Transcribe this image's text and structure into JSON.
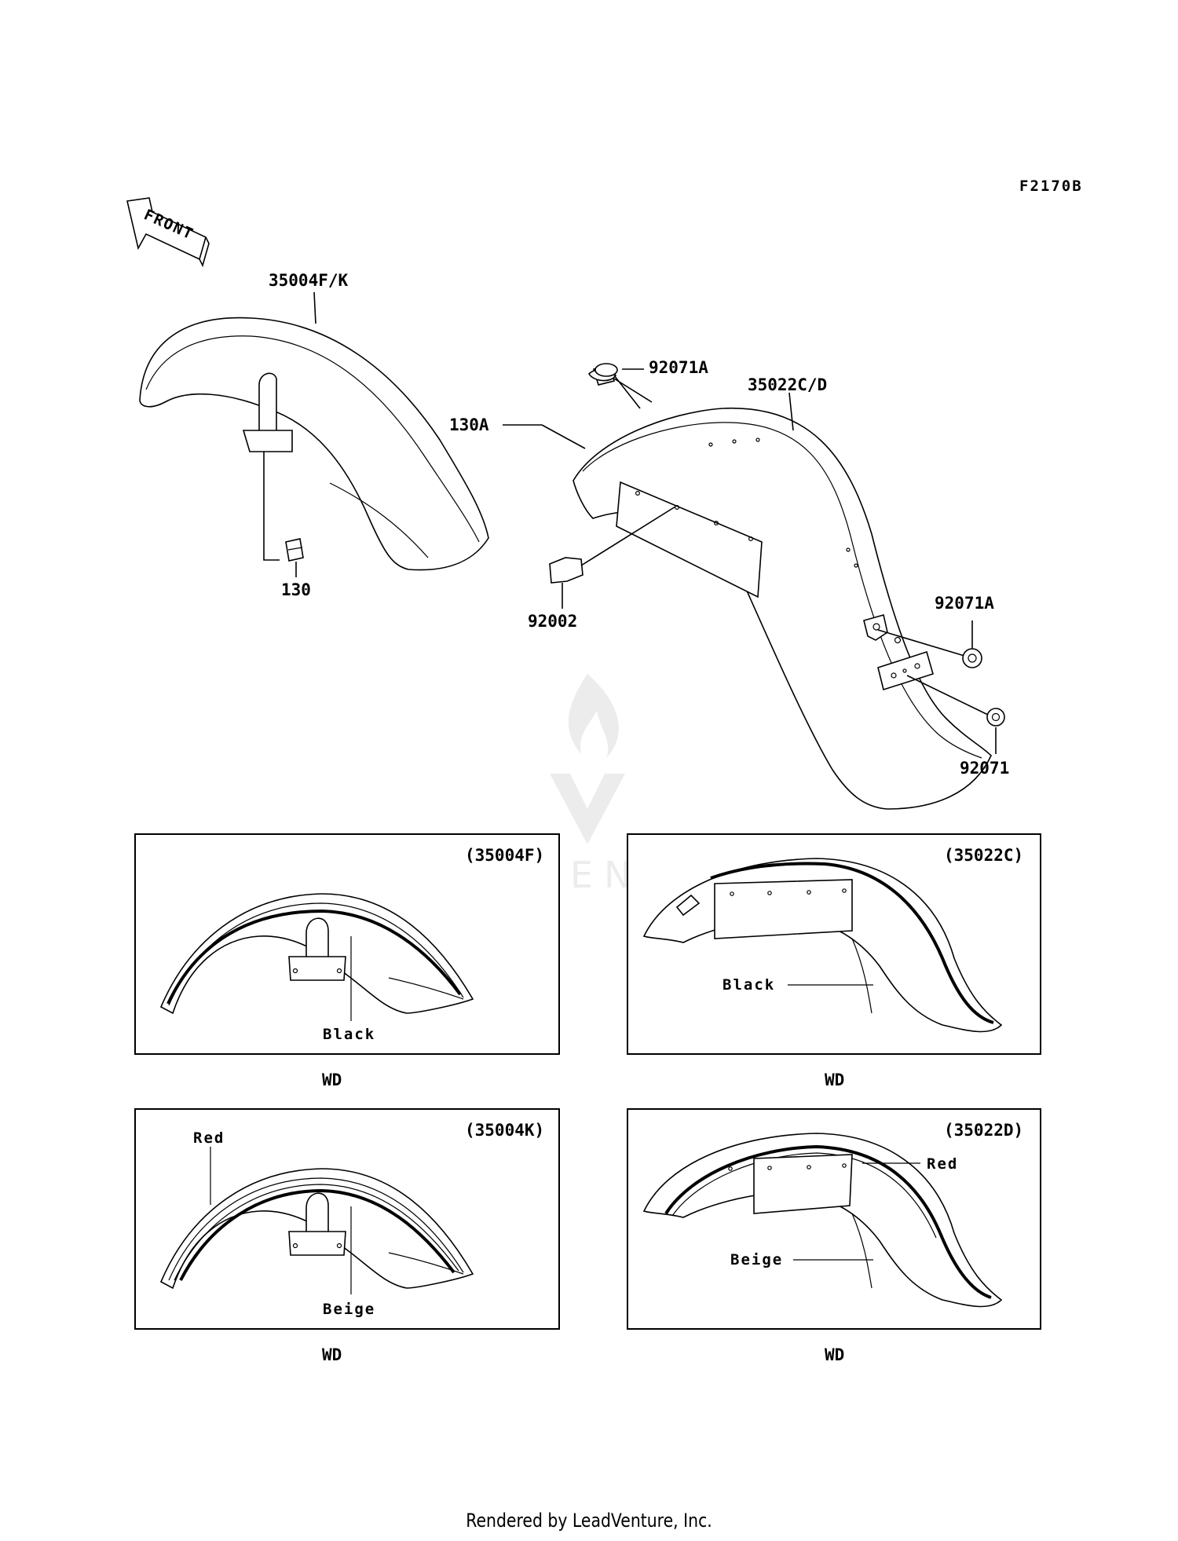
{
  "diagram_code": "F2170B",
  "front_arrow": "FRONT",
  "callouts": {
    "front_fender": "35004F/K",
    "front_bolt": "130",
    "rear_fender": "35022C/D",
    "rear_bolt_top": "130A",
    "rear_nut_top": "92071A",
    "rear_stud": "92002",
    "rear_nut_right": "92071A",
    "rear_nut_bottom": "92071"
  },
  "watermark": "LEADVENTURE",
  "variants": [
    {
      "code": "(35004F)",
      "colors": [
        "Black"
      ],
      "market": "WD"
    },
    {
      "code": "(35022C)",
      "colors": [
        "Black"
      ],
      "market": "WD"
    },
    {
      "code": "(35004K)",
      "colors": [
        "Red",
        "Beige"
      ],
      "market": "WD"
    },
    {
      "code": "(35022D)",
      "colors": [
        "Red",
        "Beige"
      ],
      "market": "WD"
    }
  ],
  "footer": "Rendered by LeadVenture, Inc."
}
